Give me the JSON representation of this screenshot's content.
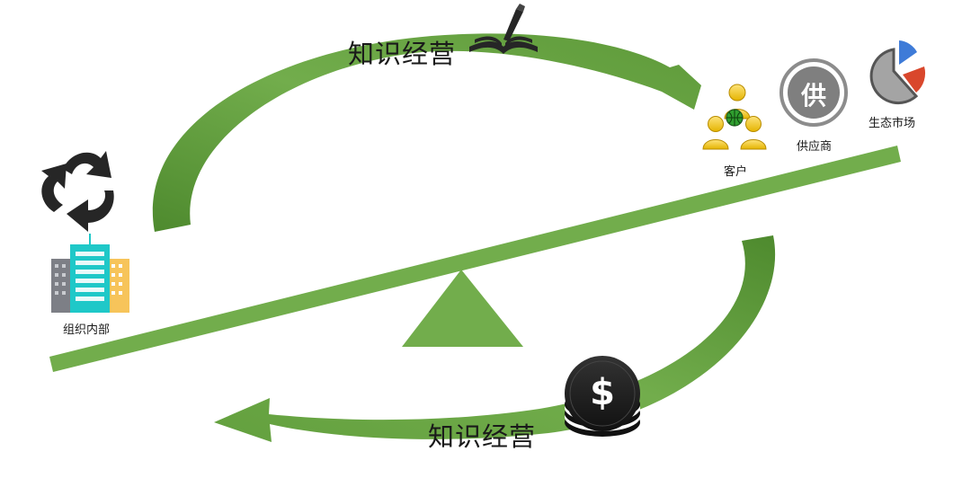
{
  "diagram": {
    "top_arc_label": "知识经营",
    "bottom_arc_label": "知识经营",
    "left_node": {
      "label": "组织内部",
      "icons": [
        "recycle-icon",
        "office-buildings-icon"
      ]
    },
    "right_nodes": [
      {
        "label": "客户",
        "icon": "customers-globe-icon"
      },
      {
        "label": "供应商",
        "icon": "supplier-badge-icon",
        "badge_text": "供"
      },
      {
        "label": "生态市场",
        "icon": "pie-chart-icon"
      }
    ],
    "other_icons": [
      "open-book-pen-icon",
      "dollar-coin-stack-icon"
    ],
    "coin_symbol": "$",
    "colors": {
      "green_light": "#72ad4c",
      "green_dark": "#4e8a2e",
      "icon_dark": "#262626",
      "customer_yellow": "#f2c811",
      "building_teal": "#1fc8c8",
      "building_gray": "#7d7f86",
      "building_yellow": "#f7c45a",
      "pie_blue": "#3e7bd8",
      "pie_red": "#d9472c",
      "pie_gray": "#a4a4a4"
    }
  }
}
